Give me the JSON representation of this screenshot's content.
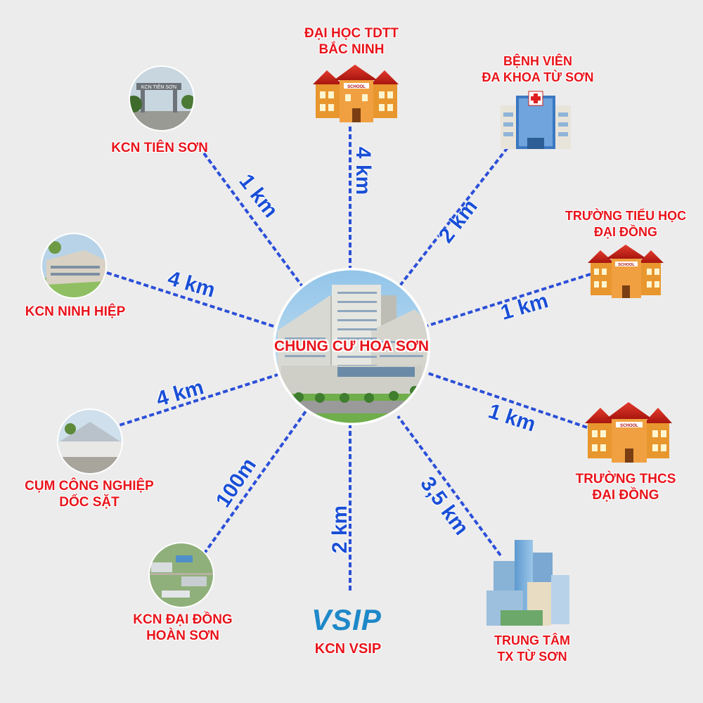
{
  "center": {
    "label": "CHUNG CƯ HOA SƠN"
  },
  "colors": {
    "label": "#e8141b",
    "distance": "#1a4fd6",
    "line": "#2b4fd8",
    "background": "#ececec"
  },
  "destinations": [
    {
      "id": "kcn-tien-son",
      "lines": [
        "KCN TIÊN SƠN"
      ],
      "distance": "1 km",
      "icon": "factory-gate-photo"
    },
    {
      "id": "dai-hoc-tdtt",
      "lines": [
        "ĐẠI HỌC TDTT",
        "BẮC NINH"
      ],
      "distance": "4 km",
      "icon": "school-building"
    },
    {
      "id": "benh-vien",
      "lines": [
        "BỆNH VIÊN",
        "ĐA KHOA TỪ SƠN"
      ],
      "distance": "2 km",
      "icon": "hospital-building"
    },
    {
      "id": "tieu-hoc",
      "lines": [
        "TRƯỜNG TIỂU HỌC",
        "ĐẠI ĐỒNG"
      ],
      "distance": "1 km",
      "icon": "school-building"
    },
    {
      "id": "thcs",
      "lines": [
        "TRƯỜNG THCS",
        "ĐẠI ĐỒNG"
      ],
      "distance": "1 km",
      "icon": "school-building"
    },
    {
      "id": "trung-tam",
      "lines": [
        "TRUNG TÂM",
        "TX TỪ SƠN"
      ],
      "distance": "3,5 km",
      "icon": "city-towers"
    },
    {
      "id": "vsip",
      "lines": [
        "KCN VSIP"
      ],
      "distance": "2 km",
      "icon": "vsip-logo"
    },
    {
      "id": "dai-dong-hoan-son",
      "lines": [
        "KCN ĐẠI ĐỒNG",
        "HOÀN SƠN"
      ],
      "distance": "100m",
      "icon": "aerial-photo"
    },
    {
      "id": "doc-sat",
      "lines": [
        "CỤM CÔNG NGHIỆP",
        "DỐC SẶT"
      ],
      "distance": "4 km",
      "icon": "warehouse-photo"
    },
    {
      "id": "ninh-hiep",
      "lines": [
        "KCN NINH HIỆP"
      ],
      "distance": "4 km",
      "icon": "factory-photo"
    }
  ],
  "logos": {
    "vsip": "VSIP",
    "school_sign": "SCHOOL",
    "gate_sign": "KCN TIÊN SƠN"
  }
}
